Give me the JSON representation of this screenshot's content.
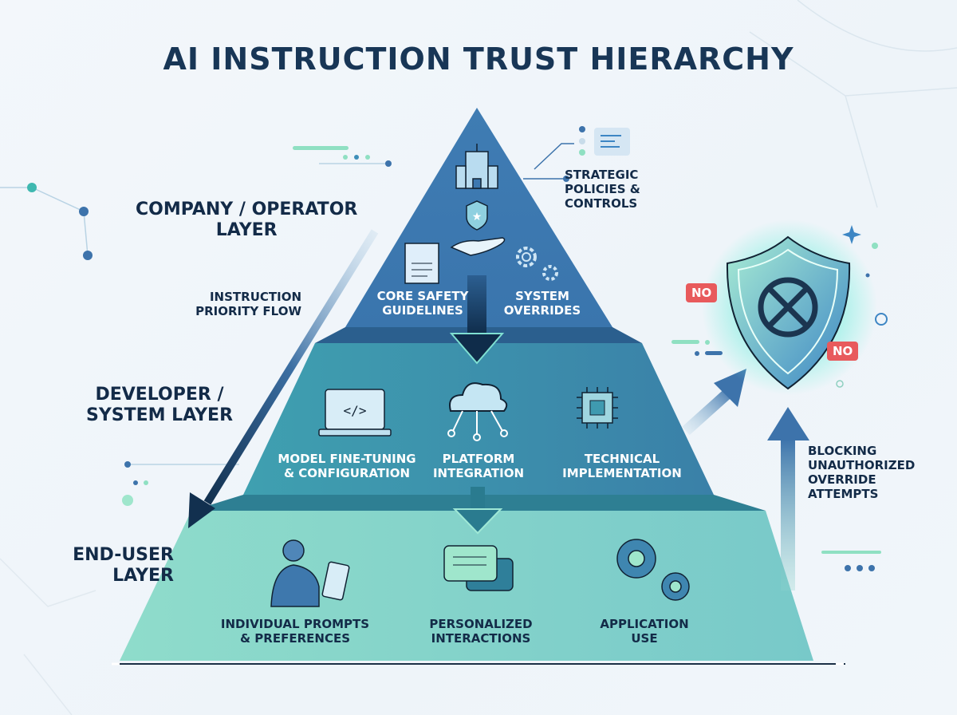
{
  "title": "AI INSTRUCTION TRUST HIERARCHY",
  "layers": {
    "company": "COMPANY / OPERATOR\nLAYER",
    "developer": "DEVELOPER /\nSYSTEM LAYER",
    "end_user": "END-USER\nLAYER"
  },
  "flow_label": "INSTRUCTION\nPRIORITY FLOW",
  "strategic_label": "STRATEGIC\nPOLICIES &\nCONTROLS",
  "top_tier": [
    "CORE SAFETY\nGUIDELINES",
    "SYSTEM\nOVERRIDES"
  ],
  "middle_tier": [
    "MODEL FINE-TUNING\n& CONFIGURATION",
    "PLATFORM\nINTEGRATION",
    "TECHNICAL\nIMPLEMENTATION"
  ],
  "bottom_tier": [
    "INDIVIDUAL PROMPTS\n& PREFERENCES",
    "PERSONALIZED\nINTERACTIONS",
    "APPLICATION\nUSE"
  ],
  "shield": {
    "badge1": "NO",
    "badge2": "NO",
    "label": "BLOCKING\nUNAUTHORIZED\nOVERRIDE\nATTEMPTS"
  },
  "colors": {
    "navy": "#132b48",
    "top": "#3d78b0",
    "middle": "#3a93a8",
    "bottom": "#7fd0c6",
    "no": "#e85a5c"
  }
}
